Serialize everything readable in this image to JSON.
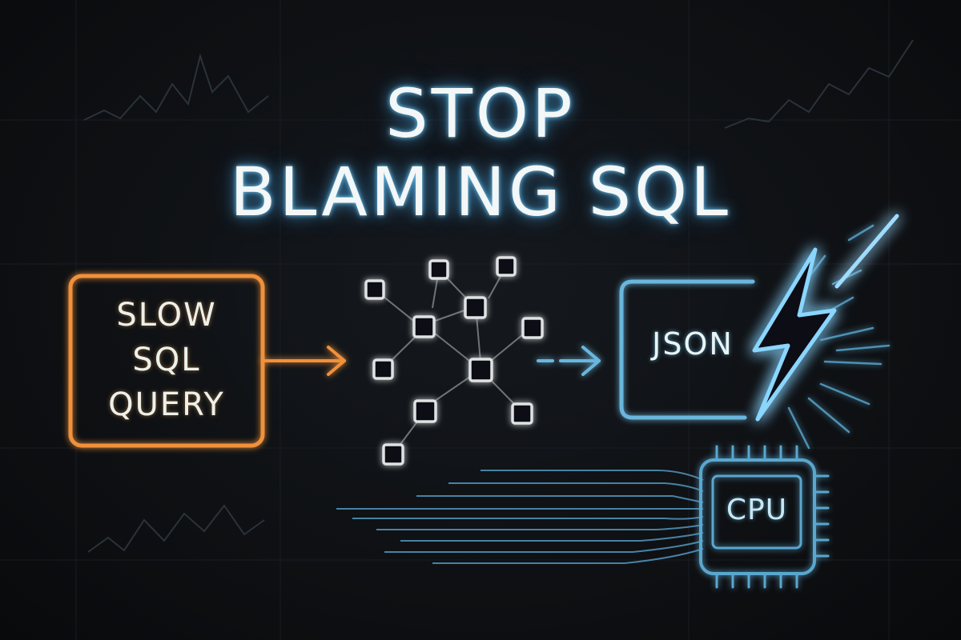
{
  "title": {
    "line1": "STOP",
    "line2": "BLAMING SQL"
  },
  "source_box": {
    "lines": [
      "SLOW",
      "SQL",
      "QUERY"
    ]
  },
  "json_box": {
    "label": "JSON"
  },
  "cpu_chip": {
    "label": "CPU"
  },
  "colors": {
    "background": "#0d0f12",
    "title_text": "#f3f7f7",
    "title_glow": "#5ab4ec",
    "slow_query_orange": "#f0913a",
    "network_nodes": "#d8dcdc",
    "json_blue": "#6bb6dd",
    "lightning": "#7fd0ff",
    "cpu_blue": "#5aa7cf"
  },
  "icons": [
    "arrow-right-icon",
    "network-graph-icon",
    "lightning-bolt-icon",
    "cpu-chip-icon"
  ]
}
